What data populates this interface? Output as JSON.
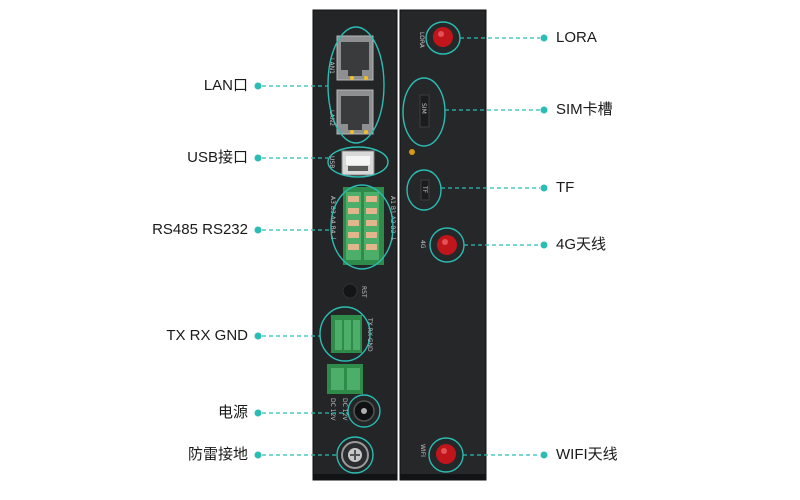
{
  "left_callouts": [
    {
      "id": "lan",
      "label": "LAN口"
    },
    {
      "id": "usb",
      "label": "USB接口"
    },
    {
      "id": "rs",
      "label": "RS485 RS232"
    },
    {
      "id": "txrx",
      "label": "TX RX GND"
    },
    {
      "id": "power",
      "label": "电源"
    },
    {
      "id": "ground",
      "label": "防雷接地"
    }
  ],
  "right_callouts": [
    {
      "id": "lora",
      "label": "LORA"
    },
    {
      "id": "sim",
      "label": "SIM卡槽"
    },
    {
      "id": "tf",
      "label": "TF"
    },
    {
      "id": "g4",
      "label": "4G天线"
    },
    {
      "id": "wifi",
      "label": "WIFI天线"
    }
  ],
  "device_markings": {
    "lan1": "LAN1",
    "lan2": "LAN2",
    "usb": "USB",
    "lora": "LORA",
    "sim": "SIM",
    "tf": "TF",
    "g4": "4G",
    "wifi": "WIFI",
    "rst": "RST",
    "rs_left": "A3 B3 A4 B4 ⏚",
    "rs_right": "A1 B1 A2 B2 ⏚",
    "txrx": "TX RX GND",
    "dc_left": "DC 12V",
    "dc_right": "DC 12V"
  },
  "colors": {
    "callout_line": "#2bbdb4",
    "callout_dot": "#2bbdb4",
    "panel": "#222426",
    "connector_green": "#2e8b4a",
    "antenna_red": "#c0161b"
  }
}
